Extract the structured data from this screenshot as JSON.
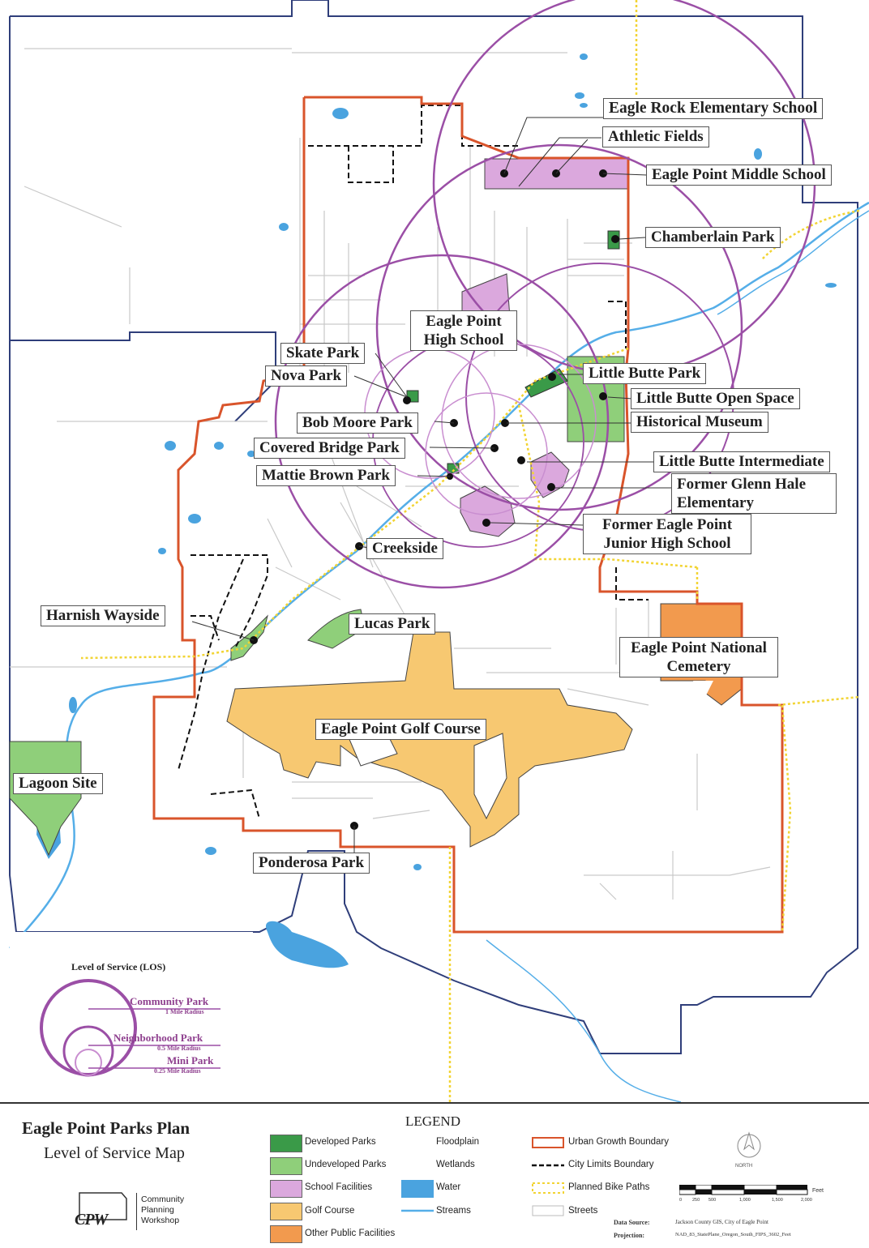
{
  "map": {
    "labels": {
      "eagle_rock": "Eagle Rock Elementary School",
      "athletic_fields": "Athletic Fields",
      "ep_middle": "Eagle Point Middle School",
      "chamberlain": "Chamberlain Park",
      "ep_high": "Eagle Point High School",
      "skate_park": "Skate Park",
      "nova_park": "Nova Park",
      "little_butte_park": "Little Butte Park",
      "little_butte_open": "Little Butte Open Space",
      "historical_museum": "Historical Museum",
      "bob_moore": "Bob Moore Park",
      "covered_bridge": "Covered Bridge Park",
      "little_butte_int": "Little Butte Intermediate",
      "mattie_brown": "Mattie Brown Park",
      "glenn_hale": "Former Glenn Hale Elementary",
      "ep_junior": "Former Eagle Point Junior High School",
      "creekside": "Creekside",
      "harnish": "Harnish Wayside",
      "lucas": "Lucas Park",
      "national_cemetery": "Eagle Point National Cemetery",
      "golf_course": "Eagle Point Golf Course",
      "lagoon": "Lagoon Site",
      "ponderosa": "Ponderosa Park"
    },
    "colors": {
      "developed": "#3a9a48",
      "undeveloped": "#8fcf7a",
      "school": "#dba8dd",
      "golf": "#f7c871",
      "other_public": "#f29a4e",
      "water": "#4aa3df",
      "stream": "#55aee8",
      "ugb": "#d9542b",
      "city_limits": "#111111",
      "bike": "#f2d433",
      "los_circle": "#9b4fa6",
      "boundary": "#2f3e7a"
    }
  },
  "los": {
    "title": "Level of Service (LOS)",
    "community": "Community Park",
    "community_radius": "1 Mile Radius",
    "neighborhood": "Neighborhood Park",
    "neighborhood_radius": "0.5 Mile Radius",
    "mini": "Mini Park",
    "mini_radius": "0.25 Mile Radius"
  },
  "footer": {
    "title": "Eagle Point Parks Plan",
    "subtitle": "Level of Service Map",
    "logo_text": "Community Planning Workshop",
    "logo_mark": "CPW",
    "legend_title": "LEGEND",
    "legend": {
      "developed": "Developed Parks",
      "undeveloped": "Undeveloped Parks",
      "school": "School Facilities",
      "golf": "Golf Course",
      "other": "Other Public Facilities",
      "floodplain": "Floodplain",
      "wetlands": "Wetlands",
      "water": "Water",
      "streams": "Streams",
      "ugb": "Urban Growth Boundary",
      "city": "City Limits Boundary",
      "bike": "Planned Bike Paths",
      "streets": "Streets"
    },
    "north": "NORTH",
    "feet": "Feet",
    "scale_ticks": [
      "0",
      "250",
      "500",
      "1,000",
      "1,500",
      "2,000"
    ],
    "data_source_label": "Data Source:",
    "data_source": "Jackson County GIS, City of Eagle Point",
    "projection_label": "Projection:",
    "projection": "NAD_83_StatePlane_Oregon_South_FIPS_3602_Feet"
  }
}
